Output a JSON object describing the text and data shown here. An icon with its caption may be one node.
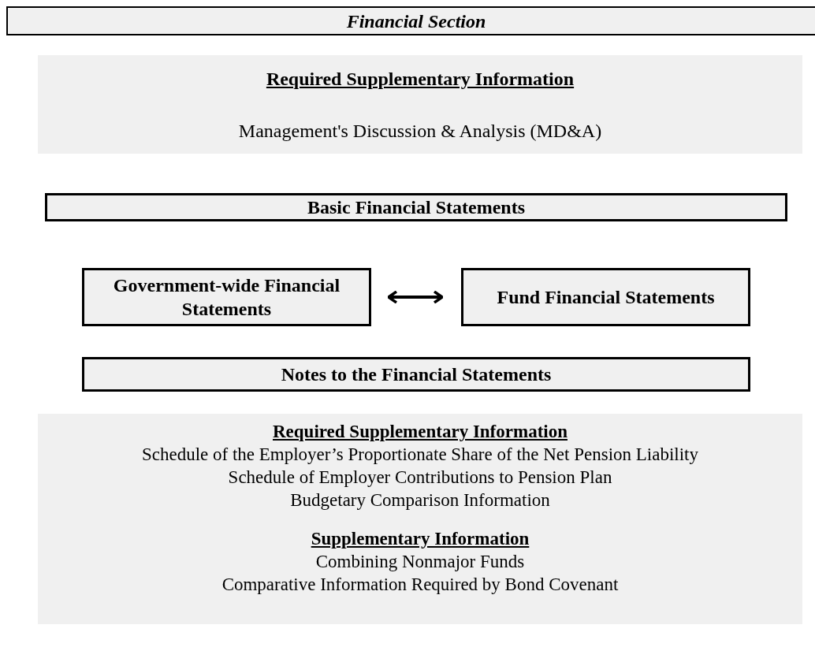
{
  "diagram": {
    "nodes": [
      {
        "text": [
          "Financial Section"
        ]
      },
      {
        "text": [
          "Required Supplementary Information",
          "Management's Discussion & Analysis (MD&A)"
        ]
      },
      {
        "text": [
          "Basic Financial Statements"
        ]
      },
      {
        "text": [
          "Government-wide Financial Statements"
        ]
      },
      {
        "text": [
          "Fund Financial Statements"
        ]
      },
      {
        "text": [
          "Notes to the Financial Statements"
        ]
      },
      {
        "text": [
          "Required Supplementary Information",
          "Schedule of the Employer’s Proportionate Share of the Net Pension Liability",
          "Schedule of Employer Contributions to Pension Plan",
          "Budgetary Comparison Information",
          "Supplementary Information",
          "Combining Nonmajor Funds",
          "Comparative Information Required by Bond Covenant"
        ]
      }
    ],
    "edges": [
      {
        "from": 3,
        "to": 4,
        "arrow": "both"
      }
    ]
  }
}
